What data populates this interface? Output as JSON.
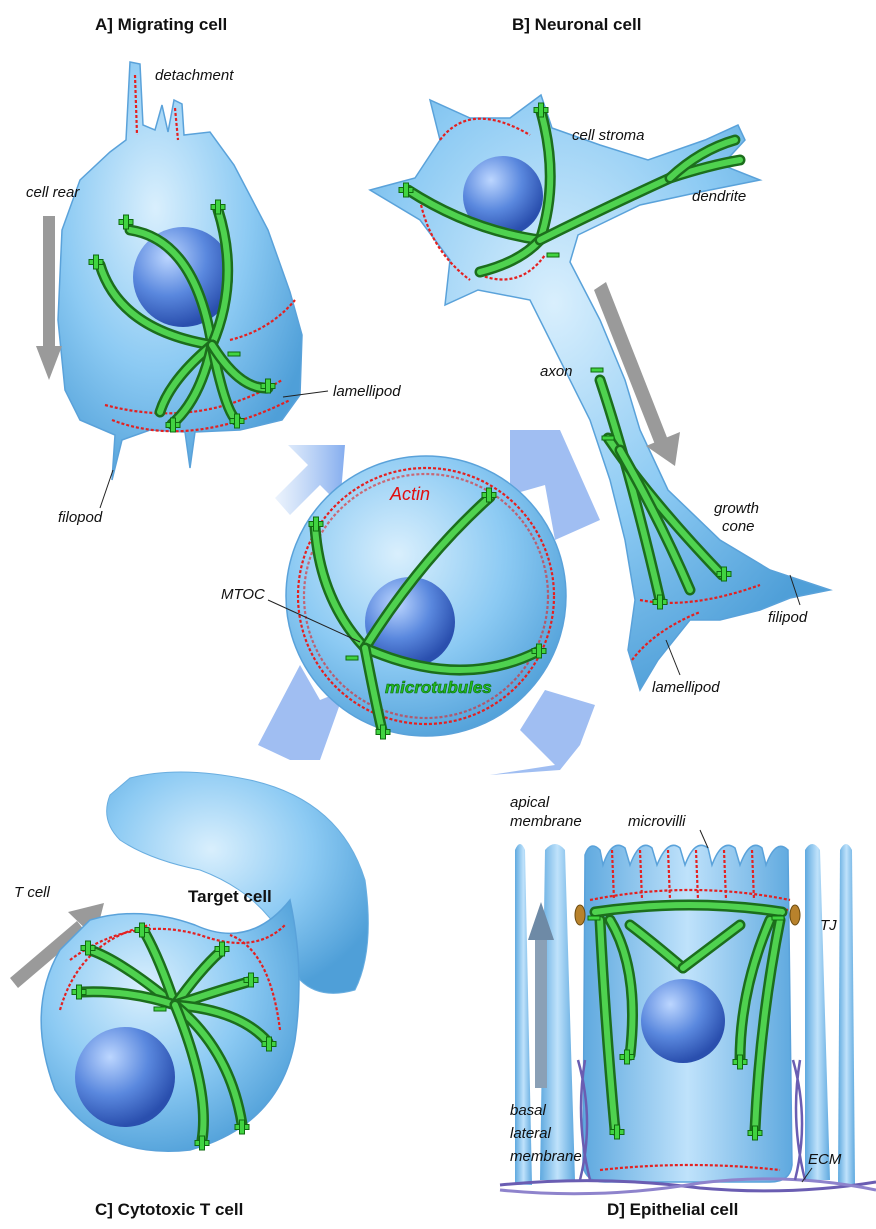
{
  "titles": {
    "a": "A] Migrating cell",
    "b": "B] Neuronal cell",
    "c": "C] Cytotoxic T cell",
    "d": "D] Epithelial cell"
  },
  "labels": {
    "detachment": "detachment",
    "cell_rear": "cell rear",
    "lamellipod_a": "lamellipod",
    "filopod_a": "filopod",
    "cell_stroma": "cell stroma",
    "dendrite": "dendrite",
    "axon": "axon",
    "growth": "growth",
    "cone": "cone",
    "filipod": "filipod",
    "lamellipod_b": "lamellipod",
    "actin": "Actin",
    "mtoc": "MTOC",
    "microtubules": "microtubules",
    "t_cell": "T cell",
    "target_cell": "Target cell",
    "apical": "apical",
    "membrane_top": "membrane",
    "microvilli": "microvilli",
    "tj": "TJ",
    "basal": "basal",
    "lateral": "lateral",
    "membrane_bottom": "membrane",
    "ecm": "ECM"
  },
  "colors": {
    "cell": "#8ec9f2",
    "nucleus": "#3a6fd0",
    "actin": "#e42020",
    "microtubule": "#3ccf3c",
    "arrow": "#9a9a9a"
  }
}
